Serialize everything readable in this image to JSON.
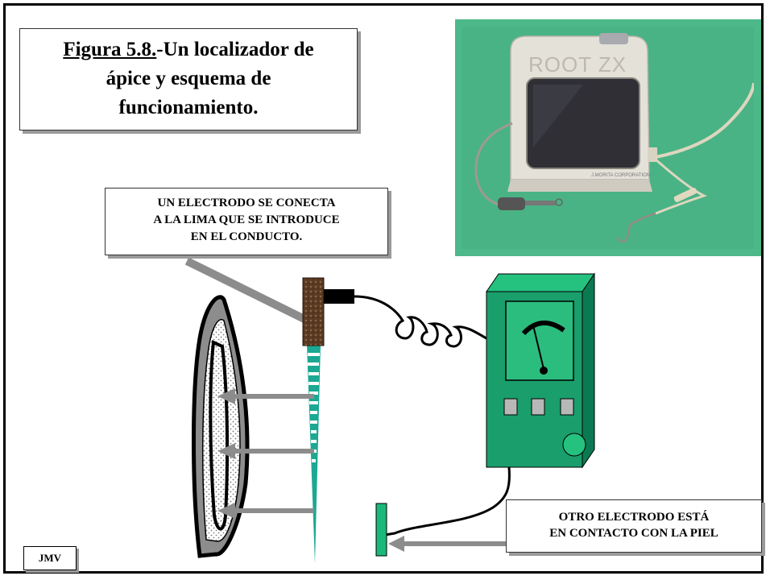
{
  "title": {
    "figure_ref": "Figura 5.8.",
    "rest_line1": "-Un localizador de",
    "line2": "ápice y esquema de",
    "line3": "funcionamiento."
  },
  "callout_top": {
    "line1": "UN ELECTRODO SE CONECTA",
    "line2": "A LA LIMA QUE SE INTRODUCE",
    "line3": "EN EL CONDUCTO."
  },
  "callout_bottom": {
    "line1": "OTRO ELECTRODO ESTÁ",
    "line2": "EN CONTACTO CON LA PIEL"
  },
  "photo": {
    "device_brand": "ROOT ZX",
    "manufacturer": "J.MORITA CORPORATION"
  },
  "author_badge": "JMV",
  "colors": {
    "device_green": "#1a9e6c",
    "photo_background": "#4db889",
    "arrow_gray": "#8c8c8c",
    "file_teal": "#1ca892"
  }
}
